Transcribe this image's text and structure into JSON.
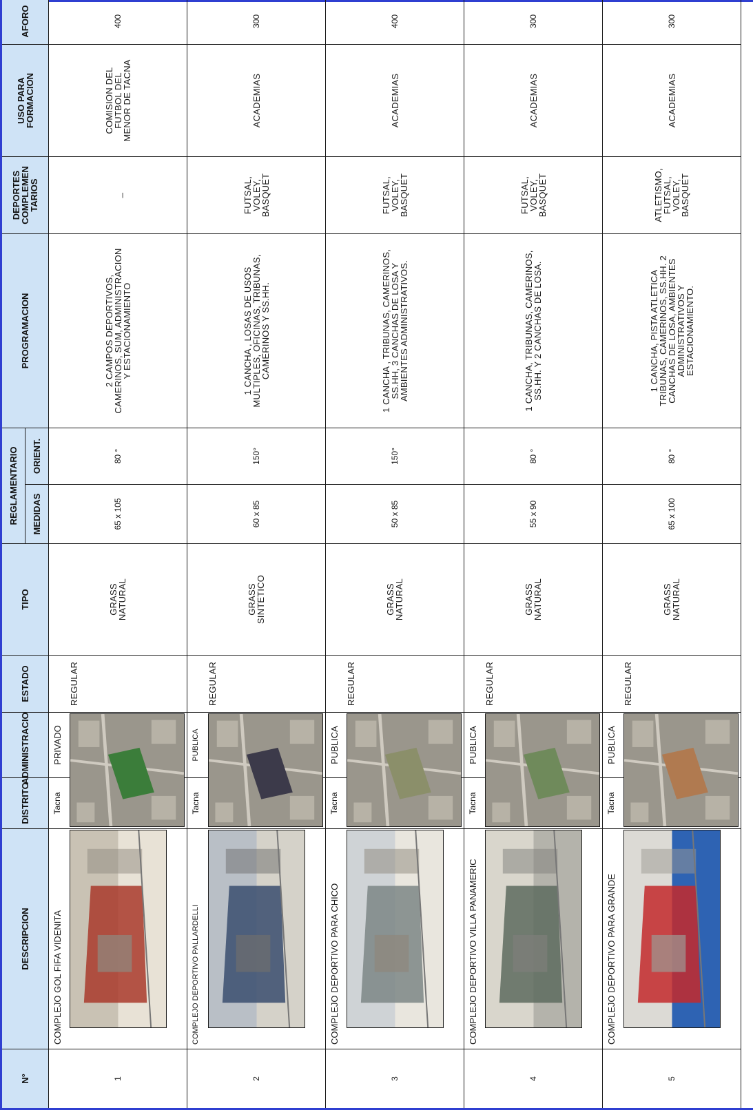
{
  "headers": {
    "num": "N°",
    "descripcion": "DESCRIPCION",
    "distrito": "DISTRITO",
    "administracion": "ADMINISTRACION",
    "estado": "ESTADO",
    "tipo": "TIPO",
    "reglamentario": "REGLAMENTARIO",
    "medidas": "MEDIDAS",
    "orient": "ORIENT.",
    "programacion": "PROGRAMACION",
    "deportes_line1": "DEPORTES",
    "deportes_line2": "COMPLEMEN",
    "deportes_line3": "TARIOS",
    "uso_line1": "USO PARA",
    "uso_line2": "FORMACION",
    "aforo": "AFORO"
  },
  "rows": [
    {
      "num": "1",
      "descripcion": "COMPLEJO GOL FIFA VIDENITA",
      "distrito": "Tacna",
      "administracion": "PRIVADO",
      "estado": "REGULAR",
      "tipo_1": "GRASS",
      "tipo_2": "NATURAL",
      "medidas": "65 x  105",
      "orient": "80 °",
      "prog": [
        "2 CAMPOS DEPORTIVOS,",
        "CAMERINOS, SUM, ADMINISTRACION",
        "Y ESTACIONAMIENTO"
      ],
      "deportes": [
        "_"
      ],
      "uso": [
        "COMISION DEL",
        "FUTBOL DEL",
        "MENOR DE TACNA"
      ],
      "aforo": "400"
    },
    {
      "num": "2",
      "descripcion": "COMPLEJO DEPORTIVO PALLARDELLI",
      "distrito": "Tacna",
      "administracion": "PUBLICA",
      "estado": "REGULAR",
      "tipo_1": "GRASS",
      "tipo_2": "SINTETICO",
      "medidas": "60 x 85",
      "orient": "150°",
      "prog": [
        "1 CANCHA , LOSAS DE USOS",
        "MULTIPLES, OFICINAS, TRIBUNAS,",
        "CAMERINOS Y SS.HH."
      ],
      "deportes": [
        "FUTSAL,",
        "VOLEY,",
        "BASQUET"
      ],
      "uso": [
        "ACADEMIAS"
      ],
      "aforo": "300"
    },
    {
      "num": "3",
      "descripcion": "COMPLEJO DEPORTIVO PARA CHICO",
      "distrito": "Tacna",
      "administracion": "PUBLICA",
      "estado": "REGULAR",
      "tipo_1": "GRASS",
      "tipo_2": "NATURAL",
      "medidas": "50 x 85",
      "orient": "150°",
      "prog": [
        "1 CANCHA , TRIBUNAS, CAMERINOS,",
        "SS.HH, 3 CANCHAS DE LOSA Y",
        "AMBIENTES ADMINISTRATIVOS."
      ],
      "deportes": [
        "FUTSAL,",
        "VOLEY,",
        "BASQUET"
      ],
      "uso": [
        "ACADEMIAS"
      ],
      "aforo": "400"
    },
    {
      "num": "4",
      "descripcion": "COMPLEJO DEPORTIVO VILLA PANAMERIC",
      "distrito": "Tacna",
      "administracion": "PUBLICA",
      "estado": "REGULAR",
      "tipo_1": "GRASS",
      "tipo_2": "NATURAL",
      "medidas": "55 x 90",
      "orient": "80 °",
      "prog": [
        "1 CANCHA, TRIBUNAS, CAMERINOS,",
        "SS.HH. Y 2 CANCHAS DE LOSA."
      ],
      "deportes": [
        "FUTSAL,",
        "VOLEY,",
        "BASQUET"
      ],
      "uso": [
        "ACADEMIAS"
      ],
      "aforo": "300"
    },
    {
      "num": "5",
      "descripcion": "COMPLEJO DEPORTIVO PARA GRANDE",
      "distrito": "Tacna",
      "administracion": "PUBLICA",
      "estado": "REGULAR",
      "tipo_1": "GRASS",
      "tipo_2": "NATURAL",
      "medidas": "65 x 100",
      "orient": "80 °",
      "prog": [
        "1 CANCHA, PISTA ATLETICA",
        "TRIBUNAS, CAMERINOS, SS.HH. 2",
        "CANCHAS DE LOSA, AMBIENTES",
        "ADMINISTRATIVOS Y",
        "ESTACIONAMIENTO."
      ],
      "deportes": [
        "ATLETISMO,",
        "FUTSAL,",
        "VOLEY,",
        "BASQUET"
      ],
      "uso": [
        "ACADEMIAS"
      ],
      "aforo": "300"
    }
  ]
}
